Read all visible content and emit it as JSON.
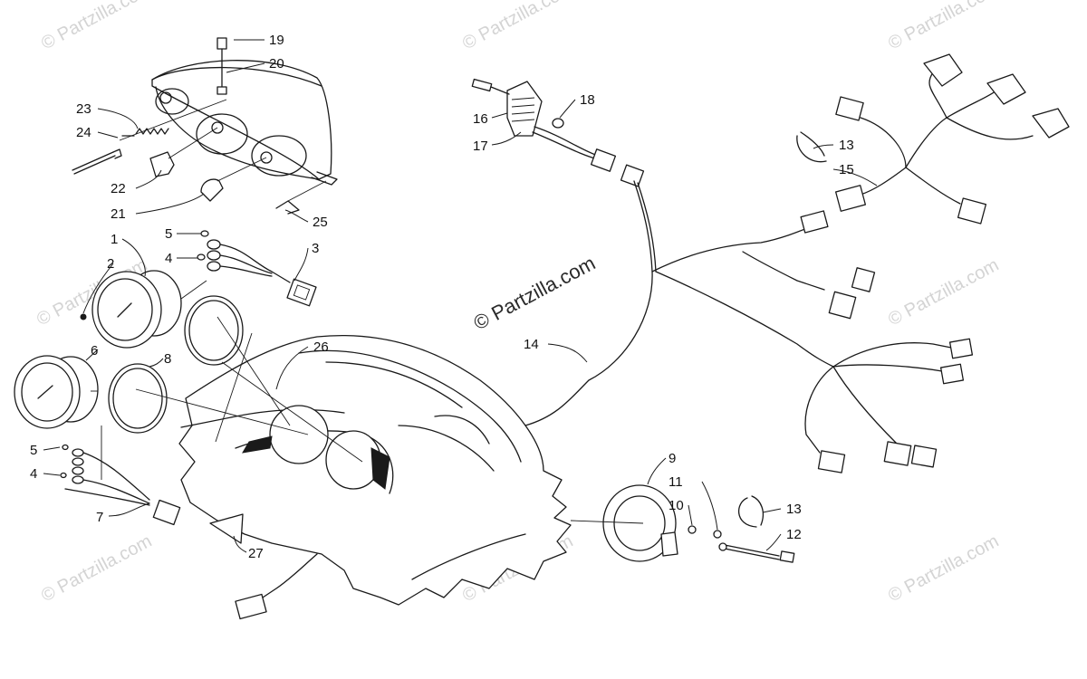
{
  "watermark": {
    "text": "© Partzilla.com",
    "center_text": "© Partzilla.com"
  },
  "callouts": [
    "1",
    "2",
    "3",
    "4",
    "4",
    "5",
    "5",
    "6",
    "7",
    "8",
    "9",
    "10",
    "11",
    "12",
    "13",
    "13",
    "14",
    "15",
    "16",
    "17",
    "18",
    "19",
    "20",
    "21",
    "22",
    "23",
    "24",
    "25",
    "26",
    "27"
  ],
  "colors": {
    "line": "#1a1a1a",
    "watermark": "#d4d4d4"
  }
}
